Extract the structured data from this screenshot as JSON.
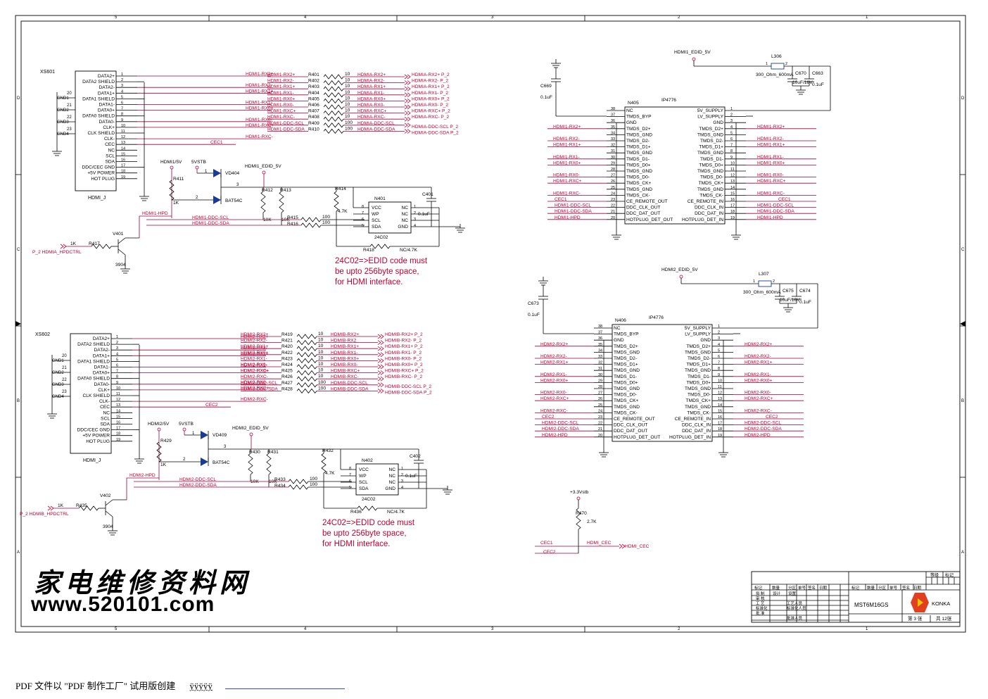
{
  "border_cols": [
    "5",
    "4",
    "3",
    "2",
    "1"
  ],
  "border_rows": [
    "D",
    "C",
    "B",
    "A"
  ],
  "footer": {
    "text": "PDF 文件以 \"PDF 制作工厂\" 试用版创建",
    "junk": "ÿÿÿÿÿ"
  },
  "watermark": {
    "line1": "家电维修资料网",
    "line2": "www.520101.com"
  },
  "conn1": {
    "ref": "XS601",
    "name": "HDMI_J",
    "pins": [
      "DATA2+",
      "DATA2 SHIELD",
      "DATA2-",
      "DATA1+",
      "DATA1 SHIELD",
      "DATA1-",
      "DATA0+",
      "DATA0 SHIELD",
      "DATA0-",
      "CLK+",
      "CLK SHIELD",
      "CLK-",
      "CEC",
      "NC",
      "SCL",
      "SDA",
      "DDC/CEC GND",
      "+5V POWER",
      "HOT PLUG"
    ],
    "nums": [
      "1",
      "2",
      "3",
      "4",
      "5",
      "6",
      "7",
      "8",
      "9",
      "10",
      "11",
      "12",
      "13",
      "14",
      "15",
      "16",
      "17",
      "18",
      "19"
    ],
    "gnds": [
      "20",
      "GND1",
      "21",
      "GND2",
      "22",
      "GND3",
      "23",
      "GND4"
    ],
    "nets": [
      "HDMI1-RX2+",
      "HDMI1-RX2-",
      "HDMI1-RX1+",
      "HDMI1-RX1-",
      "HDMI1-RX0+",
      "HDMI1-RX0-",
      "HDMI1-RXC+",
      "HDMI1-RXC-",
      "CEC1"
    ]
  },
  "conn2": {
    "ref": "XS602",
    "name": "HDMI_J",
    "pins": [
      "DATA2+",
      "DATA2 SHIELD",
      "DATA2-",
      "DATA1+",
      "DATA1 SHIELD",
      "DATA1-",
      "DATA0+",
      "DATA0 SHIELD",
      "DATA0-",
      "CLK+",
      "CLK SHIELD",
      "CLK-",
      "CEC",
      "NC",
      "SCL",
      "SDA",
      "DDC/CEC GND",
      "+5V POWER",
      "HOT PLUG"
    ],
    "nums": [
      "1",
      "2",
      "3",
      "4",
      "5",
      "6",
      "7",
      "8",
      "9",
      "10",
      "11",
      "12",
      "13",
      "14",
      "15",
      "16",
      "17",
      "18",
      "19"
    ],
    "gnds": [
      "20",
      "GND1",
      "21",
      "GND2",
      "22",
      "GND3",
      "23",
      "GND4"
    ],
    "nets": [
      "HDMI2-RX2+",
      "HDMI2-RX2-",
      "HDMI2-RX1+",
      "HDMI2-RX1-",
      "HDMI2-RX0+",
      "HDMI2-RX0-",
      "HDMI2-RXC+",
      "HDMI2-RXC-",
      "CEC2"
    ]
  },
  "res1": {
    "left": [
      "HDMI1-RX2+",
      "HDMI1-RX2-",
      "HDMI1-RX1+",
      "HDMI1-RX1-",
      "HDMI1-RX0+",
      "HDMI1-RX0-",
      "HDMI1-RXC+",
      "HDMI1-RXC-",
      "HDMI1-DDC-SCL",
      "HDMI1-DDC-SDA"
    ],
    "refs": [
      "R401",
      "R402",
      "R403",
      "R404",
      "R405",
      "R406",
      "R407",
      "R408",
      "R409",
      "R410"
    ],
    "vals": [
      "10",
      "10",
      "10",
      "10",
      "10",
      "10",
      "10",
      "10",
      "100",
      "100"
    ],
    "mid": [
      "HDMIA-RX2+",
      "HDMIA-RX2-",
      "HDMIA-RX1+",
      "HDMIA-RX1-",
      "HDMIA-RX0+",
      "HDMIA-RX0-",
      "HDMIA-RXC+",
      "HDMIA-RXC-",
      "HDMIA-DDC-SCL",
      "HDMIA-DDC-SDA"
    ],
    "right": [
      "HDMIA-RX2+ P_2",
      "HDMIA-RX2- P_2",
      "HDMIA-RX1+ P_2",
      "HDMIA-RX1- P_2",
      "HDMIA-RX0+ P_2",
      "HDMIA-RX0- P_2",
      "HDMIA-RXC+ P_2",
      "HDMIA-RXC- P_2",
      "HDMIA-DDC-SCL  P_2",
      "HDMIA-DDC-SDA  P_2"
    ]
  },
  "res2": {
    "left": [
      "HDMI2-RX2+",
      "HDMI2-RX2-",
      "HDMI2-RX1+",
      "HDMI2-RX0+",
      "HDMI2-RX1-",
      "HDMI2-RX0-",
      "HDMI2-RXC+",
      "HDMI2-RXC-",
      "HDMI2-DDC-SCL",
      "HDMI2-DDC-SDA"
    ],
    "refs": [
      "R419",
      "R421",
      "R420",
      "R422",
      "R423",
      "R424",
      "R425",
      "R426",
      "R427",
      "R428"
    ],
    "vals": [
      "10",
      "10",
      "10",
      "10",
      "10",
      "10",
      "10",
      "10",
      "100",
      "100"
    ],
    "mid": [
      "HDMIB-RX2+",
      "HDMIB-RX2",
      "HDMIB-RX1+",
      "HDMIB-RX1-",
      "HDMIB-RX0+",
      "HDMIB-RX0-",
      "HDMIB-RXC+",
      "HDMIB-RXC-",
      "HDMIB-DDC-SCL",
      "HDMIB-DDC-SDA"
    ],
    "right": [
      "HDMIB-RX2+ P_2",
      "HDMIB-RX2- P_2",
      "HDMIB-RX1+ P_2",
      "HDMIB-RX1- P_2",
      "HDMIB-RX0- P_2",
      "HDMIB-RX0+ P_2",
      "HDMIB-RXC+ P_2",
      "HDMIB-RXC- P_2",
      "HDMIB-DDC-SCL  P_2",
      "HDMIB-DDC-SDA  P_2"
    ]
  },
  "ddc1": {
    "vd": "VD404",
    "diode": "BAT54C",
    "v5": "5VSTB",
    "edid": "HDMI1_EDID_5V",
    "hdmi5v": "HDMI1/5V",
    "r411": "R411",
    "r411v": "1K",
    "r412": "R412",
    "r413": "R413",
    "r412v": "10K",
    "r413v": "10K",
    "r414": "R414",
    "r414v": "4.7K",
    "r415": "R415",
    "r416": "R416",
    "r415v": "100",
    "r416v": "100",
    "chip": "N401",
    "chipname": "24C02",
    "pinsL": [
      "VCC",
      "WP",
      "SCL",
      "SDA"
    ],
    "pinsR": [
      "NC",
      "NC",
      "NC",
      "GND"
    ],
    "numL": [
      "8",
      "7",
      "6",
      "5"
    ],
    "numR": [
      "1",
      "2",
      "3",
      "4"
    ],
    "r418": "R418",
    "r418v": "NC/4.7K",
    "cap": "C401",
    "capv": "0.1uF",
    "scl": "HDMI1-DDC-SCL",
    "sda": "HDMI1-DDC-SDA",
    "hpd": "HDMI1-HPD",
    "q": "V401",
    "qv": "3904",
    "r417": "R417",
    "r417v": "1K",
    "ctrl": "P_2  HDMIA_HPDCTRL",
    "d2": "2",
    "d3": "3",
    "d1": "1",
    "note": [
      "24C02=>EDID code must",
      "be upto 256byte space,",
      "for HDMI interface."
    ]
  },
  "ddc2": {
    "vd": "VD409",
    "diode": "BAT54C",
    "v5": "5VSTB",
    "edid": "HDMI2_EDID_5V",
    "hdmi5v": "HDMI2/5V",
    "r411": "R429",
    "r411v": "1K",
    "r412": "R430",
    "r413": "R431",
    "r412v": "10K",
    "r413v": "10K",
    "r414": "R432",
    "r414v": "4.7K",
    "r415": "R433",
    "r416": "R434",
    "r415v": "100",
    "r416v": "100",
    "chip": "N402",
    "chipname": "24C02",
    "pinsL": [
      "VCC",
      "WP",
      "SCL",
      "SDA"
    ],
    "pinsR": [
      "NC",
      "NC",
      "NC",
      "GND"
    ],
    "numL": [
      "8",
      "7",
      "6",
      "5"
    ],
    "numR": [
      "1",
      "2",
      "3",
      "4"
    ],
    "r418": "R436",
    "r418v": "NC/4.7K",
    "cap": "C402",
    "capv": "0.1uF",
    "scl": "HDMI2-DDC-SCL",
    "sda": "HDMI2-DDC-SDA",
    "hpd": "HDMI2-HPD",
    "q": "V402",
    "qv": "3904",
    "r417": "R435",
    "r417v": "1K",
    "ctrl": "P_2  HDMIB_HPDCTRL",
    "d2": "2",
    "d3": "3",
    "d1": "1",
    "note": [
      "24C02=>EDID code must",
      "be upto 256byte space,",
      "for HDMI interface."
    ]
  },
  "ip1": {
    "ref": "N405",
    "name": "IP4776",
    "left": [
      "NC",
      "TMDS_BYP",
      "GND",
      "TMDS_D2+",
      "TMDS_GND",
      "TMDS_D2-",
      "TMDS_D1+",
      "TMDS_GND",
      "TMDS_D1-",
      "TMDS_D0+",
      "TMDS_GND",
      "TMDS_D0-",
      "TMDS_CK+",
      "TMDS_GND",
      "TMDS_CK-",
      "CE_REMOTE_OUT",
      "DDC_CLK_OUT",
      "DDC_DAT_OUT",
      "HOTPLUG_DET_OUT"
    ],
    "lnums": [
      "38",
      "37",
      "36",
      "35",
      "34",
      "33",
      "32",
      "31",
      "30",
      "29",
      "28",
      "27",
      "26",
      "25",
      "24",
      "23",
      "22",
      "21",
      "20"
    ],
    "right": [
      "5V_SUPPLY",
      "LV_SUPPLY",
      "GND",
      "TMDS_D2+",
      "TMDS_GND",
      "TMDS_D2-",
      "TMDS_D1+",
      "TMDS_GND",
      "TMDS_D1-",
      "TMDS_D0+",
      "TMDS_GND",
      "TMDS_D0-",
      "TMDS_CK+",
      "TMDS_GND",
      "TMDS_CK-",
      "CE_REMOTE_IN",
      "DDC_CLK_IN",
      "DDC_DAT_IN",
      "HOTPLUG_DET_IN"
    ],
    "rnums": [
      "1",
      "2",
      "3",
      "4",
      "5",
      "6",
      "7",
      "8",
      "9",
      "10",
      "11",
      "12",
      "13",
      "14",
      "15",
      "16",
      "17",
      "18",
      "19"
    ],
    "lnets": [
      "HDMI1-RX2+",
      "HDMI1-RX2-",
      "HDMI1-RX1+",
      "HDMI1-RX1-",
      "HDMI1-RX0+",
      "HDMI1-RX0-",
      "HDMI1-RXC+",
      "HDMI1-RXC-",
      "CEC1",
      "HDMI1-DDC-SCL",
      "HDMI1-DDC-SDA",
      "HDMI1-HPD"
    ],
    "rnets": [
      "HDMI1-RX2+",
      "HDMI1-RX2-",
      "HDMI1-RX1+",
      "HDMI1-RX1-",
      "HDMI1-RX0+",
      "HDMI1-RX0-",
      "HDMI1-RXC+",
      "HDMI1-RXC-",
      "CEC1",
      "HDMI1-DDC-SCL",
      "HDMI1-DDC-SDA",
      "HDMI1-HPD"
    ],
    "edid": "HDMI1_EDID_5V",
    "l": "L306",
    "lv": "300_Ohm_600mA",
    "c1": "C670",
    "c1v": "10uF/16V",
    "c2": "C663",
    "c2v": "0.1uF",
    "c3": "C669",
    "c3v": "0.1uF",
    "l1": "1",
    "l2": "2"
  },
  "ip2": {
    "ref": "N406",
    "name": "IP4776",
    "left": [
      "NC",
      "TMDS_BYP",
      "GND",
      "TMDS_D2+",
      "TMDS_GND",
      "TMDS_D2-",
      "TMDS_D1+",
      "TMDS_GND",
      "TMDS_D1-",
      "TMDS_D0+",
      "TMDS_GND",
      "TMDS_D0-",
      "TMDS_CK+",
      "TMDS_GND",
      "TMDS_CK-",
      "CE_REMOTE_OUT",
      "DDC_CLK_OUT",
      "DDC_DAT_OUT",
      "HOTPLUG_DET_OUT"
    ],
    "lnums": [
      "38",
      "37",
      "36",
      "35",
      "34",
      "33",
      "32",
      "31",
      "30",
      "29",
      "28",
      "27",
      "26",
      "25",
      "24",
      "23",
      "22",
      "21",
      "20"
    ],
    "right": [
      "5V_SUPPLY",
      "LV_SUPPLY",
      "GND",
      "TMDS_D2+",
      "TMDS_GND",
      "TMDS_D2-",
      "TMDS_D1+",
      "TMDS_GND",
      "TMDS_D1-",
      "TMDS_D0+",
      "TMDS_GND",
      "TMDS_D0-",
      "TMDS_CK+",
      "TMDS_GND",
      "TMDS_CK-",
      "CE_REMOTE_IN",
      "DDC_CLK_IN",
      "DDC_DAT_IN",
      "HOTPLUG_DET_IN"
    ],
    "rnums": [
      "1",
      "2",
      "3",
      "4",
      "5",
      "6",
      "7",
      "8",
      "9",
      "10",
      "11",
      "12",
      "13",
      "14",
      "15",
      "16",
      "17",
      "18",
      "19"
    ],
    "lnets": [
      "HDMI2-RX2+",
      "HDMI2-RX2-",
      "HDMI2-RX1+",
      "HDMI2-RX1-",
      "HDMI2-RX0+",
      "HDMI2-RX0-",
      "HDMI2-RXC+",
      "HDMI2-RXC-",
      "CEC2",
      "HDMI2-DDC-SCL",
      "HDMI2-DDC-SDA",
      "HDMI2-HPD"
    ],
    "rnets": [
      "HDMI2-RX2+",
      "HDMI2-RX2-",
      "HDMI2-RX1+",
      "HDMI2-RX1-",
      "HDMI2-RX0+",
      "HDMI2-RX0-",
      "HDMI2-RXC+",
      "HDMI2-RXC-",
      "CEC2",
      "HDMI2-DDC-SCL",
      "HDMI2-DDC-SDA",
      "HDMI2-HPD"
    ],
    "edid": "HDMI2_EDID_5V",
    "l": "L307",
    "lv": "300_Ohm_600mA",
    "c1": "C675",
    "c1v": "10uF/16V",
    "c2": "C674",
    "c2v": "0.1uF",
    "c3": "C673",
    "c3v": "0.1uF",
    "l1": "1",
    "l2": "2"
  },
  "cec": {
    "vstb": "+3.3Vstb",
    "r": "R470",
    "rv": "2.7K",
    "cec1": "CEC1",
    "cec2": "CEC2",
    "net": "HDMI_CEC",
    "port": "HDMI_CEC"
  },
  "title": {
    "grade": "等级",
    "mark": "标记",
    "hdr": [
      "标记",
      "数量",
      "分区",
      "单号",
      "签名",
      "日期"
    ],
    "hdr2": [
      "标记",
      "数量",
      "分区",
      "单号",
      "签名",
      "日期"
    ],
    "rows": [
      "拟 制",
      "审 核",
      "工 艺",
      "标准化",
      "批 准"
    ],
    "people": [
      "设置",
      "工艺人员",
      "标准化人员",
      "批准人员"
    ],
    "design": "设计",
    "model": "MST6M16GS",
    "brand": "KONKA",
    "page": "第 3 张",
    "total": "共 12张"
  },
  "colors": {
    "wire": "#a0003c",
    "ink": "#000000",
    "red": "#c00030"
  }
}
